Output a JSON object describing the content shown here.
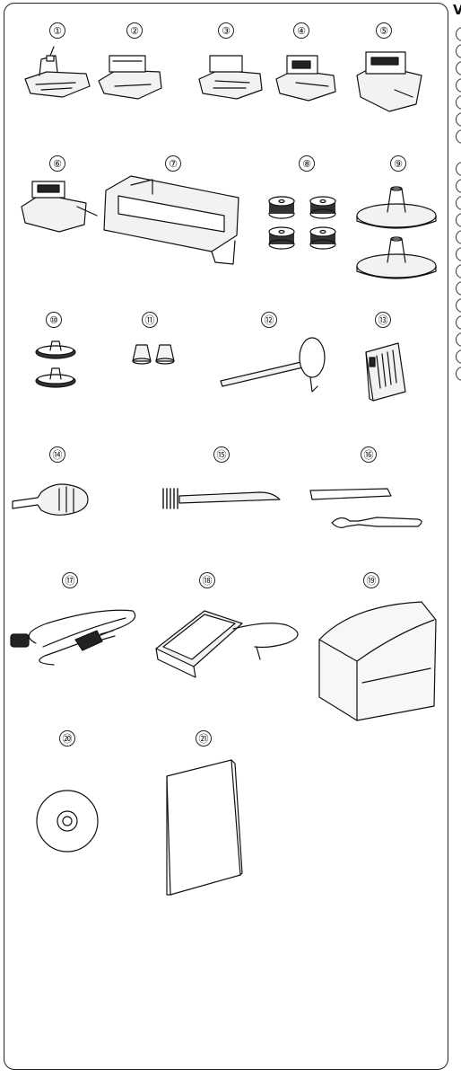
{
  "page": {
    "right_column_title_fragment": "V"
  },
  "items": [
    {
      "label": "①",
      "name": "zigzag-foot"
    },
    {
      "label": "②",
      "name": "satin-stitch-foot"
    },
    {
      "label": "③",
      "name": "zipper-foot"
    },
    {
      "label": "④",
      "name": "rolled-hem-foot"
    },
    {
      "label": "⑤",
      "name": "blind-hem-foot"
    },
    {
      "label": "⑥",
      "name": "overedge-foot"
    },
    {
      "label": "⑦",
      "name": "buttonhole-foot"
    },
    {
      "label": "⑧",
      "name": "bobbins"
    },
    {
      "label": "⑨",
      "name": "spool-holder-large"
    },
    {
      "label": "⑩",
      "name": "spool-holder-small"
    },
    {
      "label": "⑪",
      "name": "spool-nets"
    },
    {
      "label": "⑫",
      "name": "spool-pin"
    },
    {
      "label": "⑬",
      "name": "needle-set"
    },
    {
      "label": "⑭",
      "name": "screwdriver"
    },
    {
      "label": "⑮",
      "name": "lint-brush"
    },
    {
      "label": "⑯",
      "name": "seam-ripper"
    },
    {
      "label": "⑰",
      "name": "power-cord"
    },
    {
      "label": "⑱",
      "name": "foot-control"
    },
    {
      "label": "⑲",
      "name": "dust-cover"
    },
    {
      "label": "⑳",
      "name": "instructional-dvd"
    },
    {
      "label": "㉑",
      "name": "instruction-book"
    }
  ]
}
